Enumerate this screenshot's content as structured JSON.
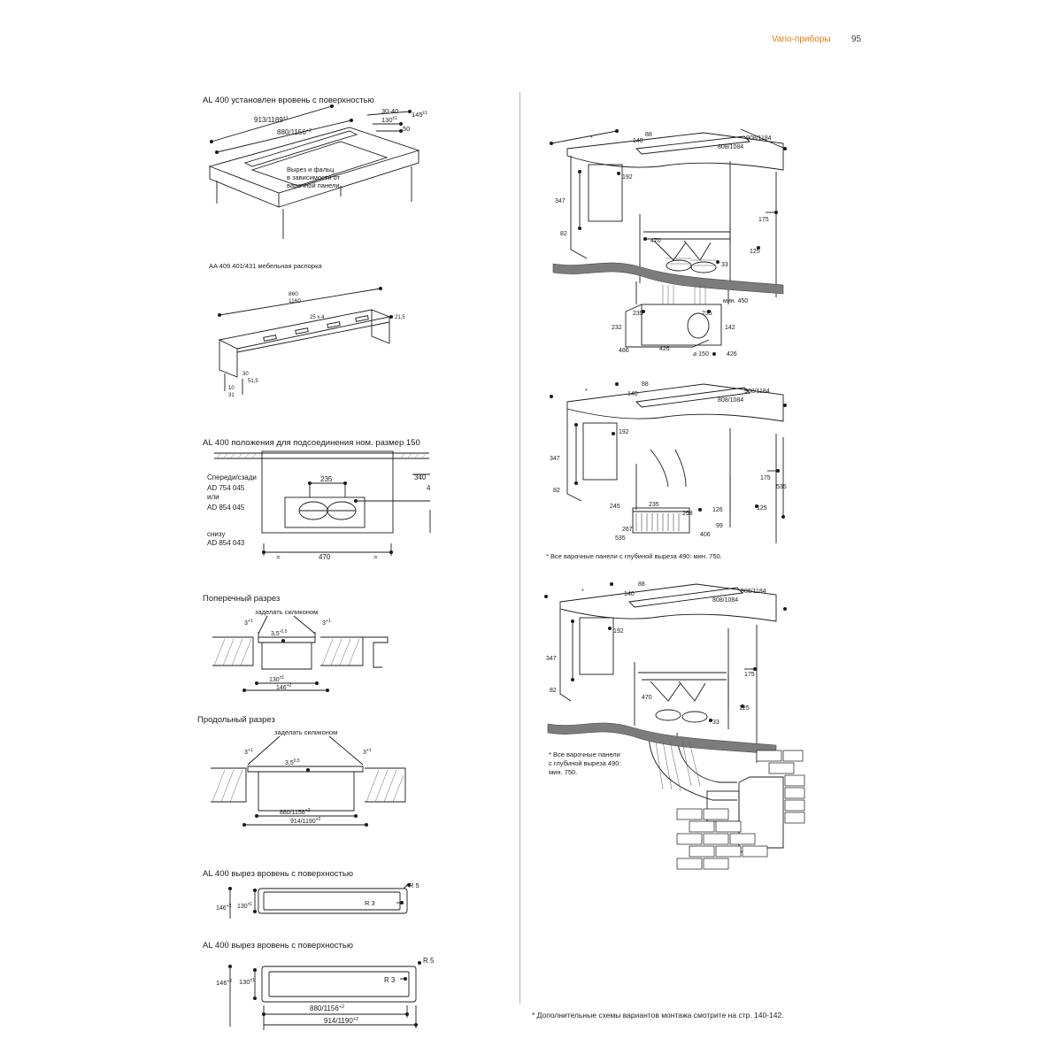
{
  "header": {
    "section": "Vario-приборы",
    "page": "95"
  },
  "left": {
    "fig1": {
      "caption": "AL 400 установлен вровень с поверхностью",
      "d1": "913/1189",
      "d1_tol": "±1",
      "d2": "880/1156",
      "d2_tol": "+2",
      "d3": "30-40",
      "d4": "130",
      "d4_tol": "±1",
      "d5": "145",
      "d5_tol": "±1",
      "d6": "50",
      "note_l1": "Вырез и фальц",
      "note_l2": "в зависимости от",
      "note_l3": "варочной панели"
    },
    "fig2": {
      "caption": "AA 409 401/431 мебельная распорка",
      "w1": "860",
      "w2": "1160",
      "slot": "25 x 4",
      "h": "21,5",
      "d1": "30",
      "d2": "51,5",
      "d3": "10",
      "d4": "31"
    },
    "fig3": {
      "caption": "AL 400 положения для подсоединения ном. размер 150",
      "front_l1": "Спереди/сзади",
      "front_l2": "AD 754 045",
      "front_l3": "или",
      "front_l4": "AD 854 045",
      "bottom_l1": "снизу",
      "bottom_l2": "AD 854 043",
      "d235": "235",
      "d340": "340",
      "d4": "4",
      "d470": "470",
      "eq": "="
    },
    "fig4": {
      "caption": "Поперечный разрез",
      "seal": "заделать силиконом",
      "g3": "3",
      "g3_tol": "+1",
      "t35": "3,5",
      "t35_tol": "-0,5",
      "w130": "130",
      "w130_tol": "±1",
      "w146": "146",
      "w146_tol": "+2"
    },
    "fig5": {
      "caption": "Продольный разрез",
      "seal": "заделать силиконом",
      "g3": "3",
      "g3_tol": "+1",
      "t35": "3,5",
      "t35_tol": "0,5",
      "w880": "880/1156",
      "w880_tol": "+2",
      "w914": "914/1190",
      "w914_tol": "+2"
    },
    "fig6": {
      "caption": "AL 400 вырез вровень с поверхностью",
      "h146": "146",
      "h146_tol": "+2",
      "h130": "130",
      "h130_tol": "±1",
      "r3": "R 3",
      "r5": "R 5"
    },
    "fig7": {
      "caption": "AL 400 вырез вровень с поверхностью",
      "h146": "146",
      "h146_tol": "+2",
      "h130": "130",
      "h130_tol": "±1",
      "r3": "R 3",
      "r5": "R 5",
      "w880": "880/1156",
      "w880_tol": "+2",
      "w914": "914/1190",
      "w914_tol": "+2"
    }
  },
  "right": {
    "fig8": {
      "star": "*",
      "d88": "88",
      "d140": "140",
      "d908": "908/1184",
      "d808": "808/1084",
      "d192": "192",
      "d347": "347",
      "d82": "82",
      "d175": "175",
      "d470": "470",
      "d125": "125",
      "d33": "33",
      "min450": "мин. 450",
      "d235a": "235",
      "d235b": "235",
      "d232": "232",
      "d142": "142",
      "d486": "486",
      "d426a": "426",
      "d150": "⌀ 150",
      "d426b": "426"
    },
    "fig9": {
      "star": "*",
      "d88": "88",
      "d140": "140",
      "d908": "908/1184",
      "d808": "808/1084",
      "d192": "192",
      "d347": "347",
      "d82": "82",
      "d175": "175",
      "d535a": "535",
      "d245": "245",
      "d235": "235",
      "d268": "268",
      "d126": "126",
      "d125": "125",
      "d267": "267",
      "d99": "99",
      "d535b": "535",
      "d406": "406",
      "note": "* Все варочные панели с глубиной выреза 490: мин. 750."
    },
    "fig10": {
      "star": "*",
      "d88": "88",
      "d140": "140",
      "d908": "908/1184",
      "d808": "808/1084",
      "d192": "192",
      "d347": "347",
      "d82": "82",
      "d175": "175",
      "d470": "470",
      "d125": "125",
      "d33": "33",
      "note_l1": "* Все варочные панели",
      "note_l2": "с глубиной выреза 490:",
      "note_l3": "мин. 750."
    }
  },
  "footer": {
    "note": "* Дополнительные схемы вариантов монтажа смотрите на стр. 140-142."
  }
}
